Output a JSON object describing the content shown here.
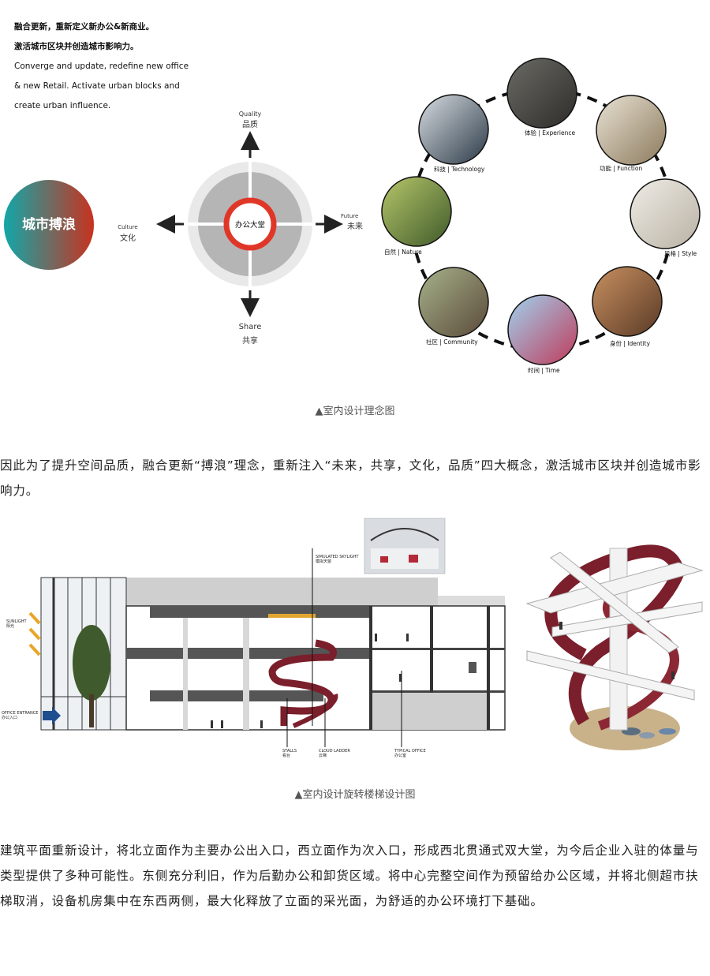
{
  "concept": {
    "intro_cn_1": "融合更新，重新定义新办公&新商业。",
    "intro_cn_2": "激活城市区块并创造城市影响力。",
    "intro_en_1": "Converge and update, redefine new office",
    "intro_en_2": "& new Retail. Activate urban blocks and",
    "intro_en_3": "create urban influence.",
    "badge": "城市搏浪",
    "center_label": "办公大堂",
    "directions": {
      "up": {
        "en": "Quality",
        "zh": "品质"
      },
      "right": {
        "en": "Future",
        "zh": "未来"
      },
      "down": {
        "en": "Share",
        "zh": "共享"
      },
      "left": {
        "en": "Culture",
        "zh": "文化"
      }
    },
    "ring": [
      {
        "label": "体验 | Experience",
        "color_a": "#6b6b66",
        "color_b": "#2e2c28"
      },
      {
        "label": "功能 | Function",
        "color_a": "#e8e2d4",
        "color_b": "#8c7a5c"
      },
      {
        "label": "风格 | Style",
        "color_a": "#efece6",
        "color_b": "#b9b2a4"
      },
      {
        "label": "身份 | Identity",
        "color_a": "#c89060",
        "color_b": "#5a3a26"
      },
      {
        "label": "时间 | Time",
        "color_a": "#9fd3f0",
        "color_b": "#c03a5a"
      },
      {
        "label": "社区 | Community",
        "color_a": "#a7b28a",
        "color_b": "#5a4a3a"
      },
      {
        "label": "自然 | Nature",
        "color_a": "#b6c66a",
        "color_b": "#3f5a2a"
      },
      {
        "label": "科技 | Technology",
        "color_a": "#d8dde2",
        "color_b": "#2c3a48"
      }
    ],
    "caption": "▲室内设计理念图"
  },
  "paragraph_1": "因此为了提升空间品质，融合更新“搏浪”理念，重新注入“未来，共享，文化，品质”四大概念，激活城市区块并创造城市影响力。",
  "section": {
    "sunlight_en": "SUNLIGHT",
    "sunlight_zh": "阳光",
    "entrance_en": "OFFICE ENTRANCE",
    "entrance_zh": "办公入口",
    "skylight_en": "SIMULATED SKYLIGHT",
    "skylight_zh": "模拟天窗",
    "stalls_en": "STALLS",
    "stalls_zh": "看台",
    "ladder_en": "CLOUD LADDER",
    "ladder_zh": "云梯",
    "office_en": "TYPICAL OFFICE",
    "office_zh": "办公室",
    "caption": "▲室内设计旋转楼梯设计图",
    "stair_color": "#7a1f2b"
  },
  "paragraph_2": "建筑平面重新设计，将北立面作为主要办公出入口，西立面作为次入口，形成西北贯通式双大堂，为今后企业入驻的体量与类型提供了多种可能性。东侧充分利旧，作为后勤办公和卸货区域。将中心完整空间作为预留给办公区域，并将北侧超市扶梯取消，设备机房集中在东西两侧，最大化释放了立面的采光面，为舒适的办公环境打下基础。",
  "colors": {
    "badge_left": "#12a7a9",
    "badge_right": "#c8321f",
    "center_ring": "#e03628",
    "dashed": "#111111"
  }
}
